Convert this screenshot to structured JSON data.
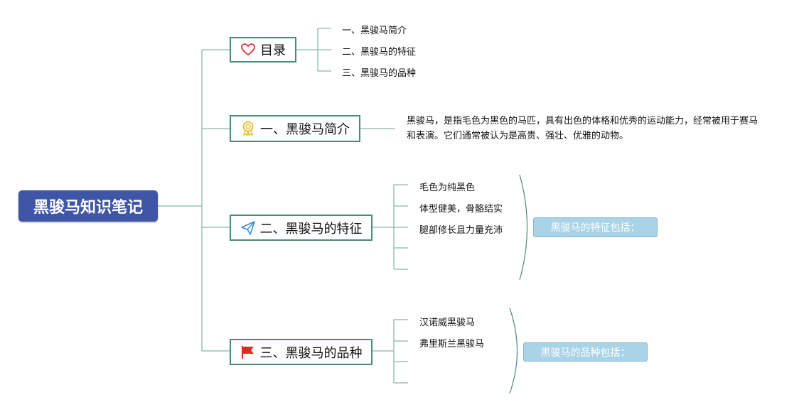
{
  "root": {
    "title": "黑骏马知识笔记"
  },
  "toc": {
    "label": "目录",
    "icon": "heart-icon",
    "items": [
      "一、黑骏马简介",
      "二、黑骏马的特征",
      "三、黑骏马的品种"
    ]
  },
  "intro": {
    "label": "一、黑骏马简介",
    "icon": "award-medal-icon",
    "text": "黑骏马，是指毛色为黑色的马匹，具有出色的体格和优秀的运动能力，经常被用于赛马和表演。它们通常被认为是高贵、强壮、优雅的动物。"
  },
  "features": {
    "label": "二、黑骏马的特征",
    "icon": "paper-plane-icon",
    "items": [
      "毛色为纯黑色",
      "体型健美，骨骼结实",
      "腿部修长且力量充沛"
    ],
    "summary": "黑骏马的特征包括："
  },
  "breeds": {
    "label": "三、黑骏马的品种",
    "icon": "red-flag-icon",
    "items": [
      "汉诺威黑骏马",
      "弗里斯兰黑骏马"
    ],
    "summary": "黑骏马的品种包括："
  },
  "colors": {
    "root_bg": "#3f55a5",
    "connector": "#8ab8a8",
    "node_border": "#4a8a7a",
    "summary_bg": "#a9d3e7",
    "heart": "#d9363e",
    "medal": "#e8b931",
    "plane": "#3a8fd6",
    "flag": "#e02a1f"
  }
}
